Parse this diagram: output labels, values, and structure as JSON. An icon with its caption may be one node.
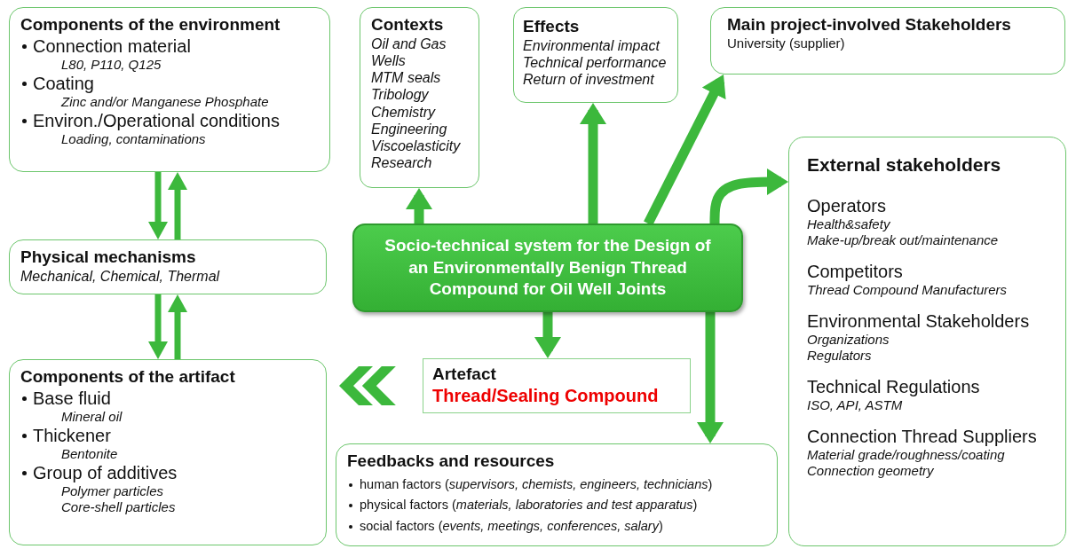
{
  "diagram": {
    "nodes": [
      {
        "text": [
          "Components of the environment",
          "Connection material",
          "L80, P110, Q125",
          "Coating",
          "Zinc and/or Manganese Phosphate",
          "Environ./Operational conditions",
          "Loading, contaminations"
        ]
      },
      {
        "text": [
          "Physical mechanisms",
          "Mechanical, Chemical, Thermal"
        ]
      },
      {
        "text": [
          "Components of the artifact",
          "Base fluid",
          "Mineral oil",
          "Thickener",
          "Bentonite",
          "Group of additives",
          "Polymer particles",
          "Core-shell particles"
        ]
      },
      {
        "text": [
          "Contexts",
          "Oil and Gas",
          "Wells",
          "MTM seals",
          "Tribology",
          "Chemistry",
          "Engineering",
          "Viscoelasticity",
          "Research"
        ]
      },
      {
        "text": [
          "Effects",
          "Environmental impact",
          "Technical performance",
          "Return of investment"
        ]
      },
      {
        "text": [
          "Main project-involved Stakeholders",
          "University (supplier)"
        ]
      },
      {
        "text": [
          "Socio-technical system for the Design of an Environmentally Benign Thread Compound for Oil Well Joints"
        ]
      },
      {
        "text": [
          "Artefact",
          "Thread/Sealing Compound"
        ]
      },
      {
        "text": [
          "Feedbacks and resources",
          "human factors (*supervisors, chemists, engineers, technicians*)",
          "physical factors (*materials, laboratories and test apparatus*)",
          "social factors (*events, meetings, conferences, salary*)"
        ]
      },
      {
        "text": [
          "External stakeholders",
          "Operators",
          "Health&safety",
          "Make-up/break out/maintenance",
          "Competitors",
          "Thread Compound Manufacturers",
          "Environmental Stakeholders",
          "Organizations",
          "Regulators",
          "Technical Regulations",
          "ISO, API, ASTM",
          "Connection Thread Suppliers",
          "Material grade/roughness/coating",
          "Connection geometry"
        ]
      }
    ],
    "edges": [
      {
        "from": 0,
        "to": 1,
        "arrow": "to"
      },
      {
        "from": 1,
        "to": 0,
        "arrow": "to"
      },
      {
        "from": 1,
        "to": 2,
        "arrow": "to"
      },
      {
        "from": 2,
        "to": 1,
        "arrow": "to"
      },
      {
        "from": 6,
        "to": 3,
        "arrow": "to"
      },
      {
        "from": 6,
        "to": 4,
        "arrow": "to"
      },
      {
        "from": 6,
        "to": 5,
        "arrow": "to"
      },
      {
        "from": 6,
        "to": 9,
        "arrow": "to"
      },
      {
        "from": 6,
        "to": 7,
        "arrow": "to"
      },
      {
        "from": 6,
        "to": 8,
        "arrow": "to"
      },
      {
        "from": 7,
        "to": 2,
        "arrow": "to"
      }
    ]
  }
}
